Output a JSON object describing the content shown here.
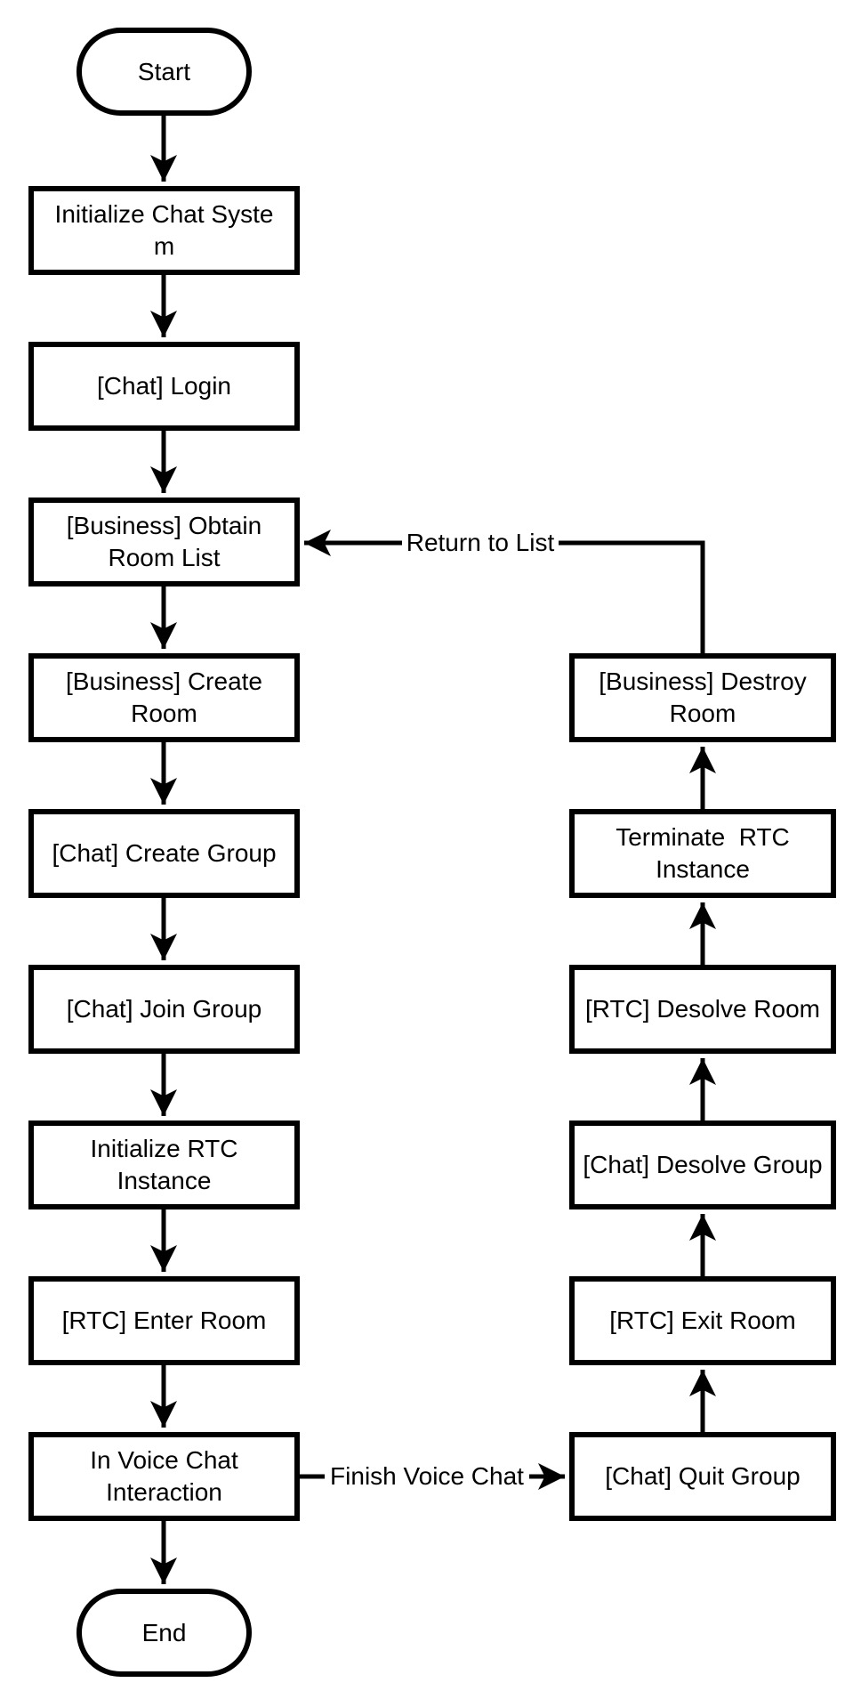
{
  "diagram_type": "flowchart",
  "colors": {
    "stroke": "#000000",
    "node_fill": "#ffffff",
    "text": "#000000",
    "background": "#ffffff"
  },
  "nodes": {
    "start": {
      "shape": "terminator",
      "label": "Start"
    },
    "init_chat_system": {
      "shape": "process",
      "label": "Initialize Chat Syste\nm"
    },
    "chat_login": {
      "shape": "process",
      "label": "[Chat] Login"
    },
    "obtain_room_list": {
      "shape": "process",
      "label": "[Business] Obtain\nRoom List"
    },
    "create_room": {
      "shape": "process",
      "label": "[Business] Create\nRoom"
    },
    "create_group": {
      "shape": "process",
      "label": "[Chat] Create Group"
    },
    "join_group": {
      "shape": "process",
      "label": "[Chat] Join Group"
    },
    "init_rtc_instance": {
      "shape": "process",
      "label": "Initialize RTC\nInstance"
    },
    "enter_room": {
      "shape": "process",
      "label": "[RTC] Enter Room"
    },
    "in_voice_chat": {
      "shape": "process",
      "label": "In Voice Chat\nInteraction"
    },
    "end": {
      "shape": "terminator",
      "label": "End"
    },
    "quit_group": {
      "shape": "process",
      "label": "[Chat] Quit Group"
    },
    "exit_room": {
      "shape": "process",
      "label": "[RTC] Exit Room"
    },
    "desolve_group": {
      "shape": "process",
      "label": "[Chat] Desolve Group"
    },
    "desolve_room": {
      "shape": "process",
      "label": "[RTC] Desolve Room"
    },
    "terminate_rtc": {
      "shape": "process",
      "label": "Terminate  RTC\nInstance"
    },
    "destroy_room": {
      "shape": "process",
      "label": "[Business] Destroy\nRoom"
    }
  },
  "edges": [
    {
      "from": "start",
      "to": "init_chat_system",
      "label": ""
    },
    {
      "from": "init_chat_system",
      "to": "chat_login",
      "label": ""
    },
    {
      "from": "chat_login",
      "to": "obtain_room_list",
      "label": ""
    },
    {
      "from": "obtain_room_list",
      "to": "create_room",
      "label": ""
    },
    {
      "from": "create_room",
      "to": "create_group",
      "label": ""
    },
    {
      "from": "create_group",
      "to": "join_group",
      "label": ""
    },
    {
      "from": "join_group",
      "to": "init_rtc_instance",
      "label": ""
    },
    {
      "from": "init_rtc_instance",
      "to": "enter_room",
      "label": ""
    },
    {
      "from": "enter_room",
      "to": "in_voice_chat",
      "label": ""
    },
    {
      "from": "in_voice_chat",
      "to": "end",
      "label": ""
    },
    {
      "from": "in_voice_chat",
      "to": "quit_group",
      "label": "Finish Voice Chat"
    },
    {
      "from": "quit_group",
      "to": "exit_room",
      "label": ""
    },
    {
      "from": "exit_room",
      "to": "desolve_group",
      "label": ""
    },
    {
      "from": "desolve_group",
      "to": "desolve_room",
      "label": ""
    },
    {
      "from": "desolve_room",
      "to": "terminate_rtc",
      "label": ""
    },
    {
      "from": "terminate_rtc",
      "to": "destroy_room",
      "label": ""
    },
    {
      "from": "destroy_room",
      "to": "obtain_room_list",
      "label": "Return to List"
    }
  ]
}
